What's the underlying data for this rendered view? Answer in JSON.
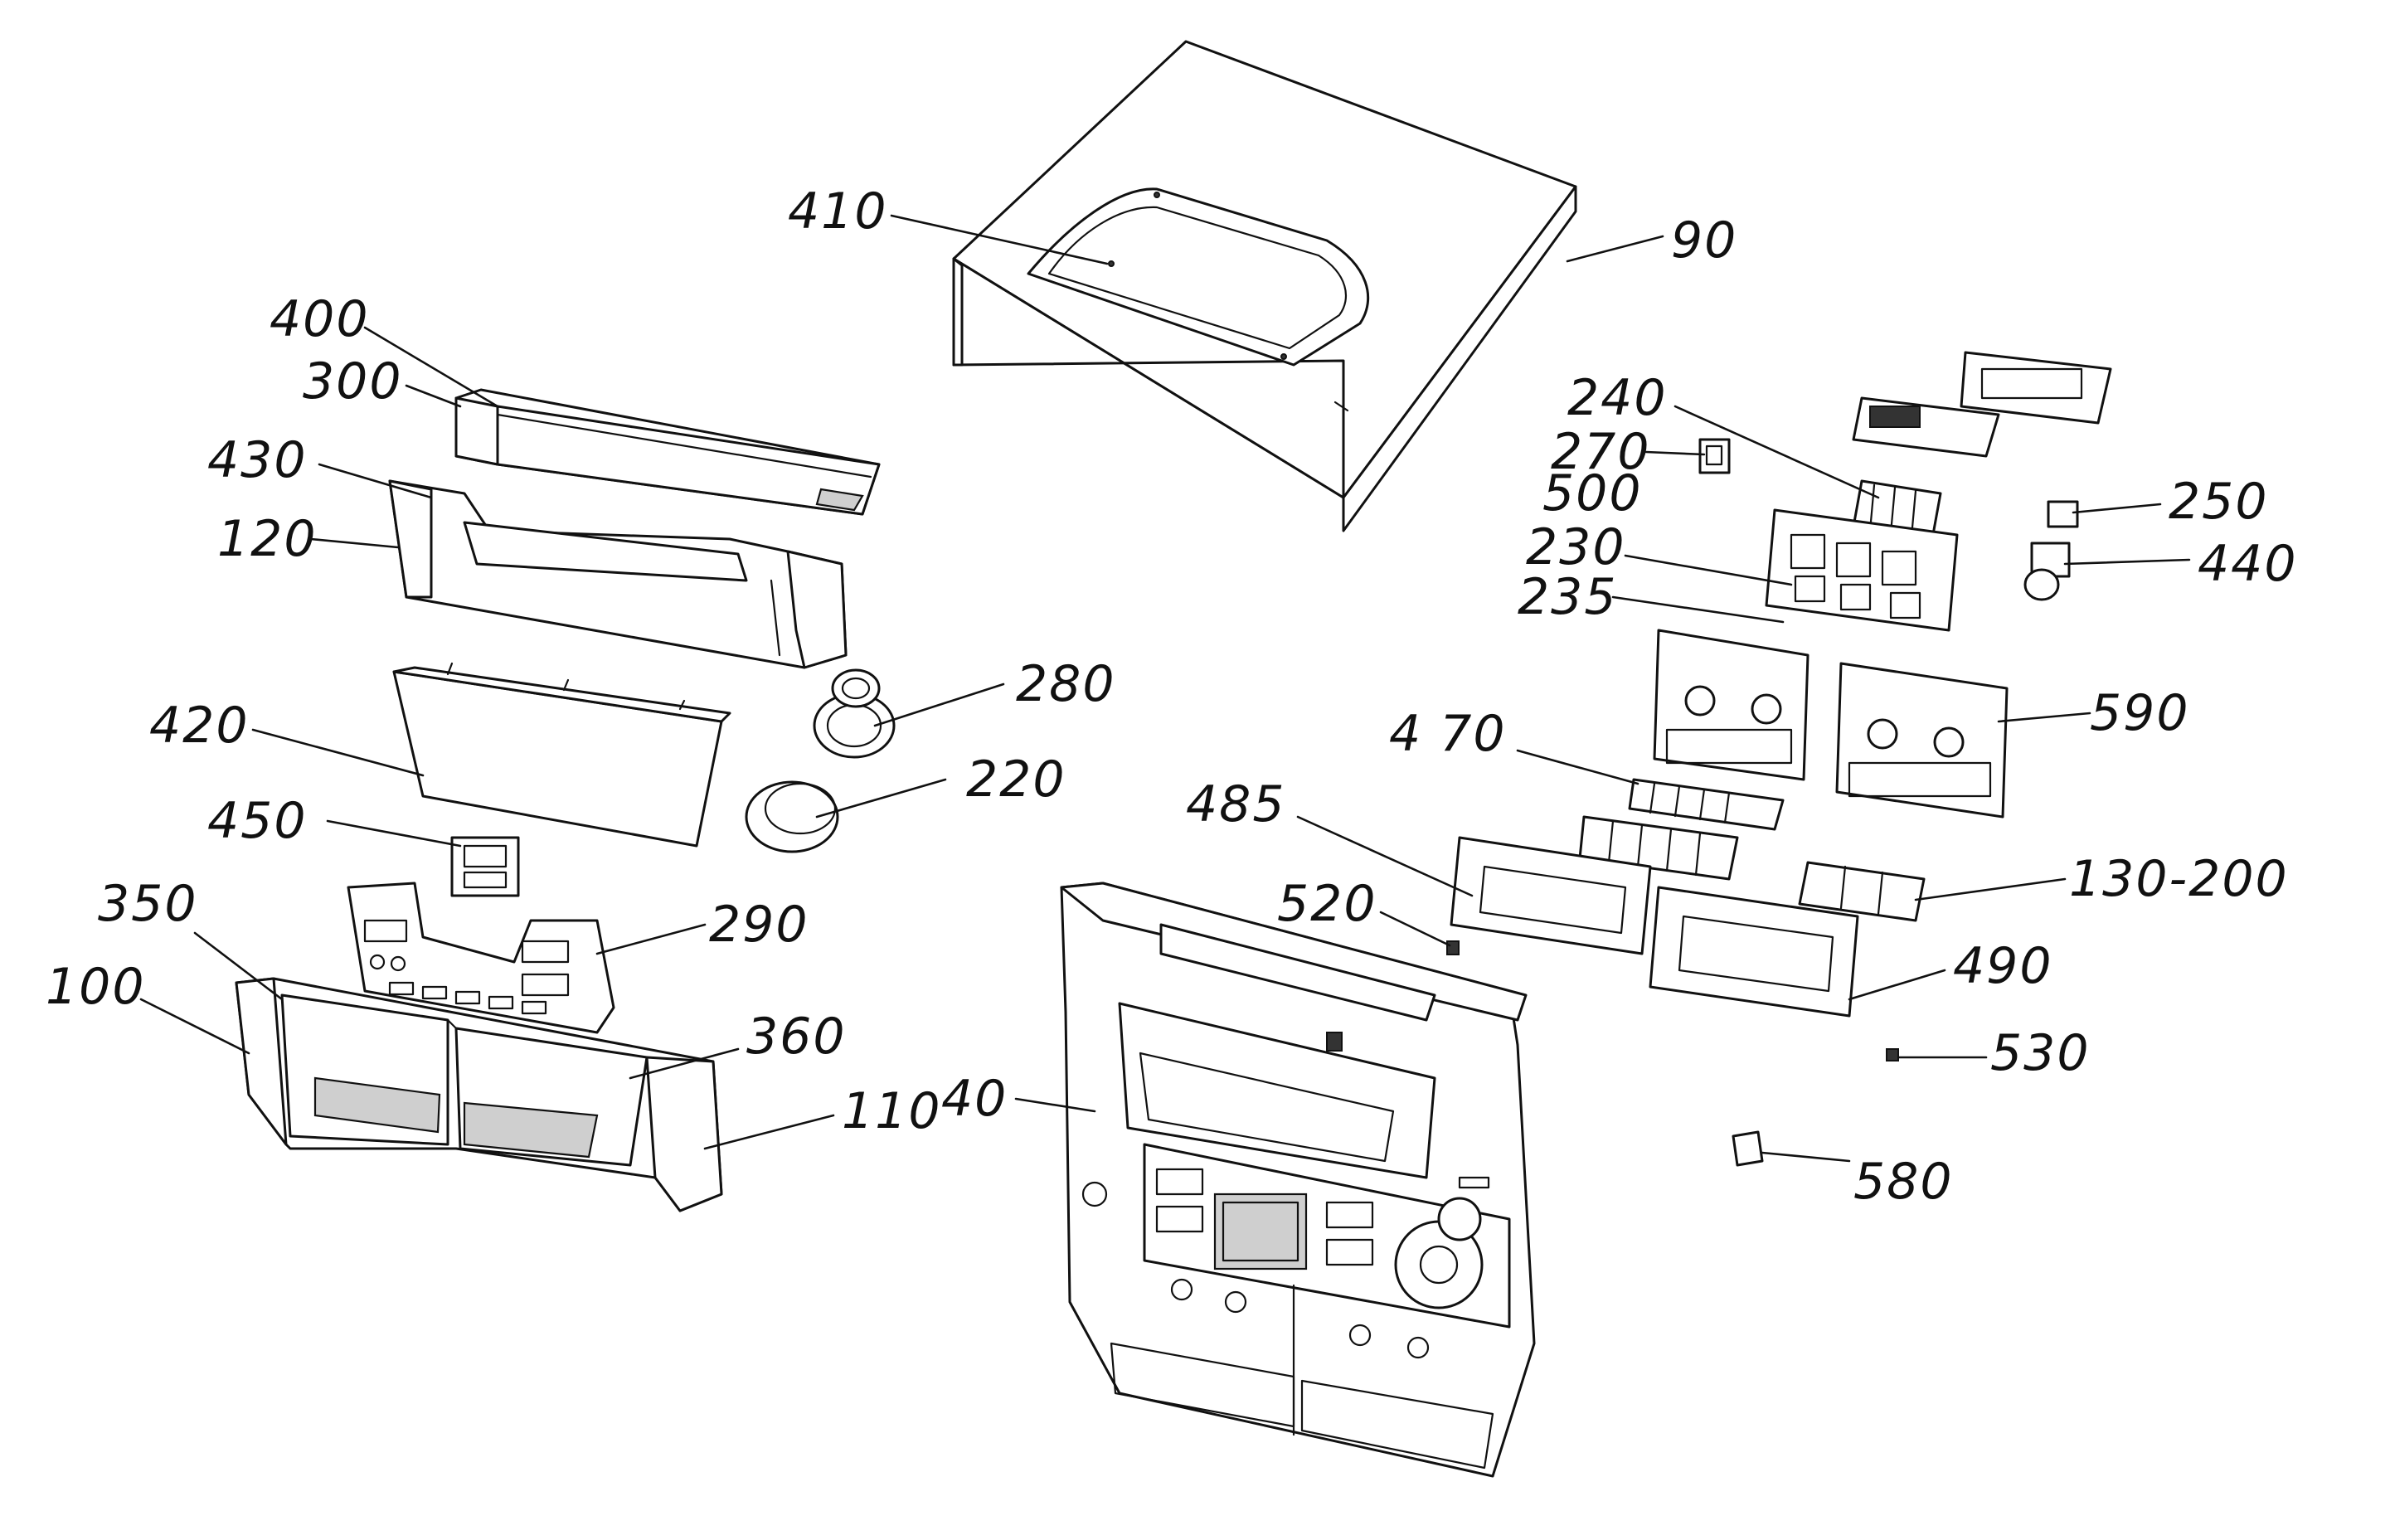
{
  "diagram": {
    "labels": {
      "p410": "410",
      "p90": "90",
      "p400": "400",
      "p300": "300",
      "p430": "430",
      "p120": "120",
      "p420": "420",
      "p280": "280",
      "p220": "220",
      "p450": "450",
      "p290": "290",
      "p350": "350",
      "p100": "100",
      "p360": "360",
      "p110": "110",
      "p40": "40",
      "p240": "240",
      "p270": "270",
      "p500": "500",
      "p250": "250",
      "p440": "440",
      "p230": "230",
      "p235": "235",
      "p470": "4 70",
      "p590": "590",
      "p485": "485",
      "p520": "520",
      "p130_200": "130-200",
      "p490": "490",
      "p530": "530",
      "p580": "580"
    }
  }
}
